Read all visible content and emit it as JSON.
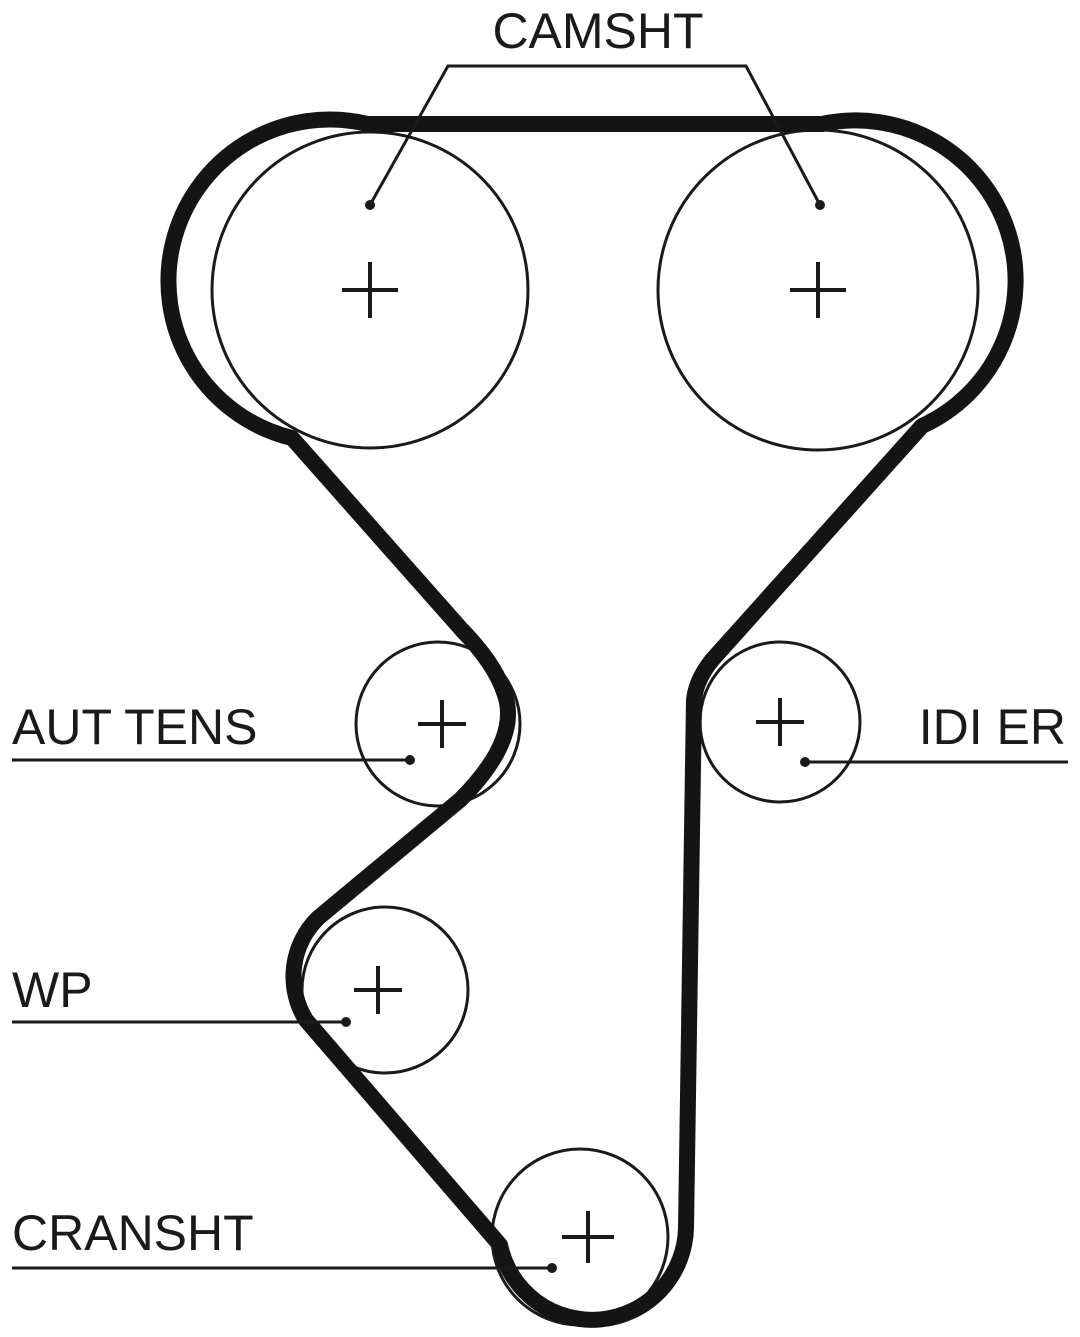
{
  "diagram": {
    "colors": {
      "ink": "#1a1a1a",
      "belt": "#141414",
      "background": "#ffffff"
    },
    "labels": {
      "camshaft": "CAMSHT",
      "auto_tensioner": "AUT TENS",
      "idler": "IDI ER",
      "water_pump": "WP",
      "crankshaft": "CRANSHT"
    }
  }
}
